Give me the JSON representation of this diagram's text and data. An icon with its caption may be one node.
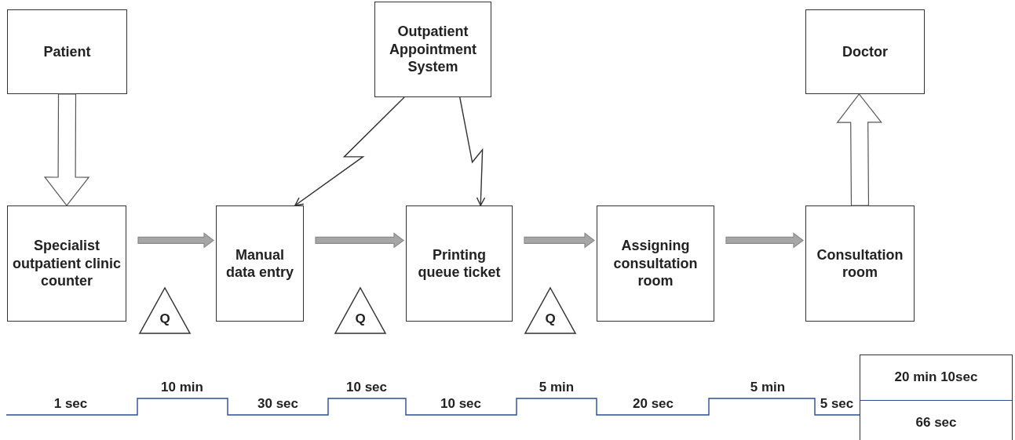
{
  "diagram": {
    "nodes": [
      {
        "text": [
          "Patient"
        ]
      },
      {
        "text": [
          "Outpatient Appointment System"
        ]
      },
      {
        "text": [
          "Doctor"
        ]
      },
      {
        "text": [
          "Specialist outpatient clinic counter"
        ]
      },
      {
        "text": [
          "Manual data entry"
        ]
      },
      {
        "text": [
          "Printing queue ticket"
        ]
      },
      {
        "text": [
          "Assigning consultation room"
        ]
      },
      {
        "text": [
          "Consultation room"
        ]
      },
      {
        "text": [
          "Q"
        ]
      },
      {
        "text": [
          "Q"
        ]
      },
      {
        "text": [
          "Q"
        ]
      },
      {
        "text": [
          "20 min 10sec",
          "66 sec"
        ]
      }
    ],
    "edges": [
      {
        "from": 0,
        "to": 3,
        "arrow": "to",
        "style": "thick"
      },
      {
        "from": 1,
        "to": 4,
        "arrow": "to"
      },
      {
        "from": 1,
        "to": 5,
        "arrow": "to"
      },
      {
        "from": 3,
        "to": 4,
        "arrow": "to",
        "style": "thick",
        "color": "#a6a6a6"
      },
      {
        "from": 4,
        "to": 5,
        "arrow": "to",
        "style": "thick",
        "color": "#a6a6a6"
      },
      {
        "from": 5,
        "to": 6,
        "arrow": "to",
        "style": "thick",
        "color": "#a6a6a6"
      },
      {
        "from": 6,
        "to": 7,
        "arrow": "to",
        "style": "thick",
        "color": "#a6a6a6"
      },
      {
        "from": 7,
        "to": 2,
        "arrow": "to",
        "style": "thick"
      }
    ],
    "labels": [
      "10 min",
      "10 sec",
      "5 min",
      "5 min",
      "1 sec",
      "30 sec",
      "10 sec",
      "20 sec",
      "5 sec"
    ]
  }
}
